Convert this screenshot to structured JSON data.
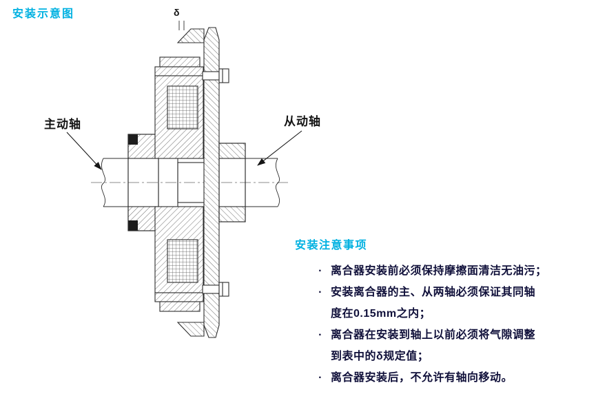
{
  "page": {
    "title": "安装示意图",
    "accent": "#00b1e1",
    "text_color": "#10103a",
    "background": "#ffffff"
  },
  "diagram": {
    "delta_label": "δ",
    "drive_shaft_label": "主动轴",
    "driven_shaft_label": "从动轴"
  },
  "notes": {
    "title": "安装注意事项",
    "bullet": "·",
    "items": [
      {
        "lines": [
          "离合器安装前必须保持摩擦面清洁无油污；"
        ]
      },
      {
        "lines": [
          "安装离合器的主、从两轴必须保证其同轴",
          "度在0.15mm之内；"
        ]
      },
      {
        "lines": [
          "离合器在安装到轴上以前必须将气隙调整",
          "到表中的δ规定值；"
        ]
      },
      {
        "lines": [
          "离合器安装后，不允许有轴向移动。"
        ]
      }
    ]
  }
}
